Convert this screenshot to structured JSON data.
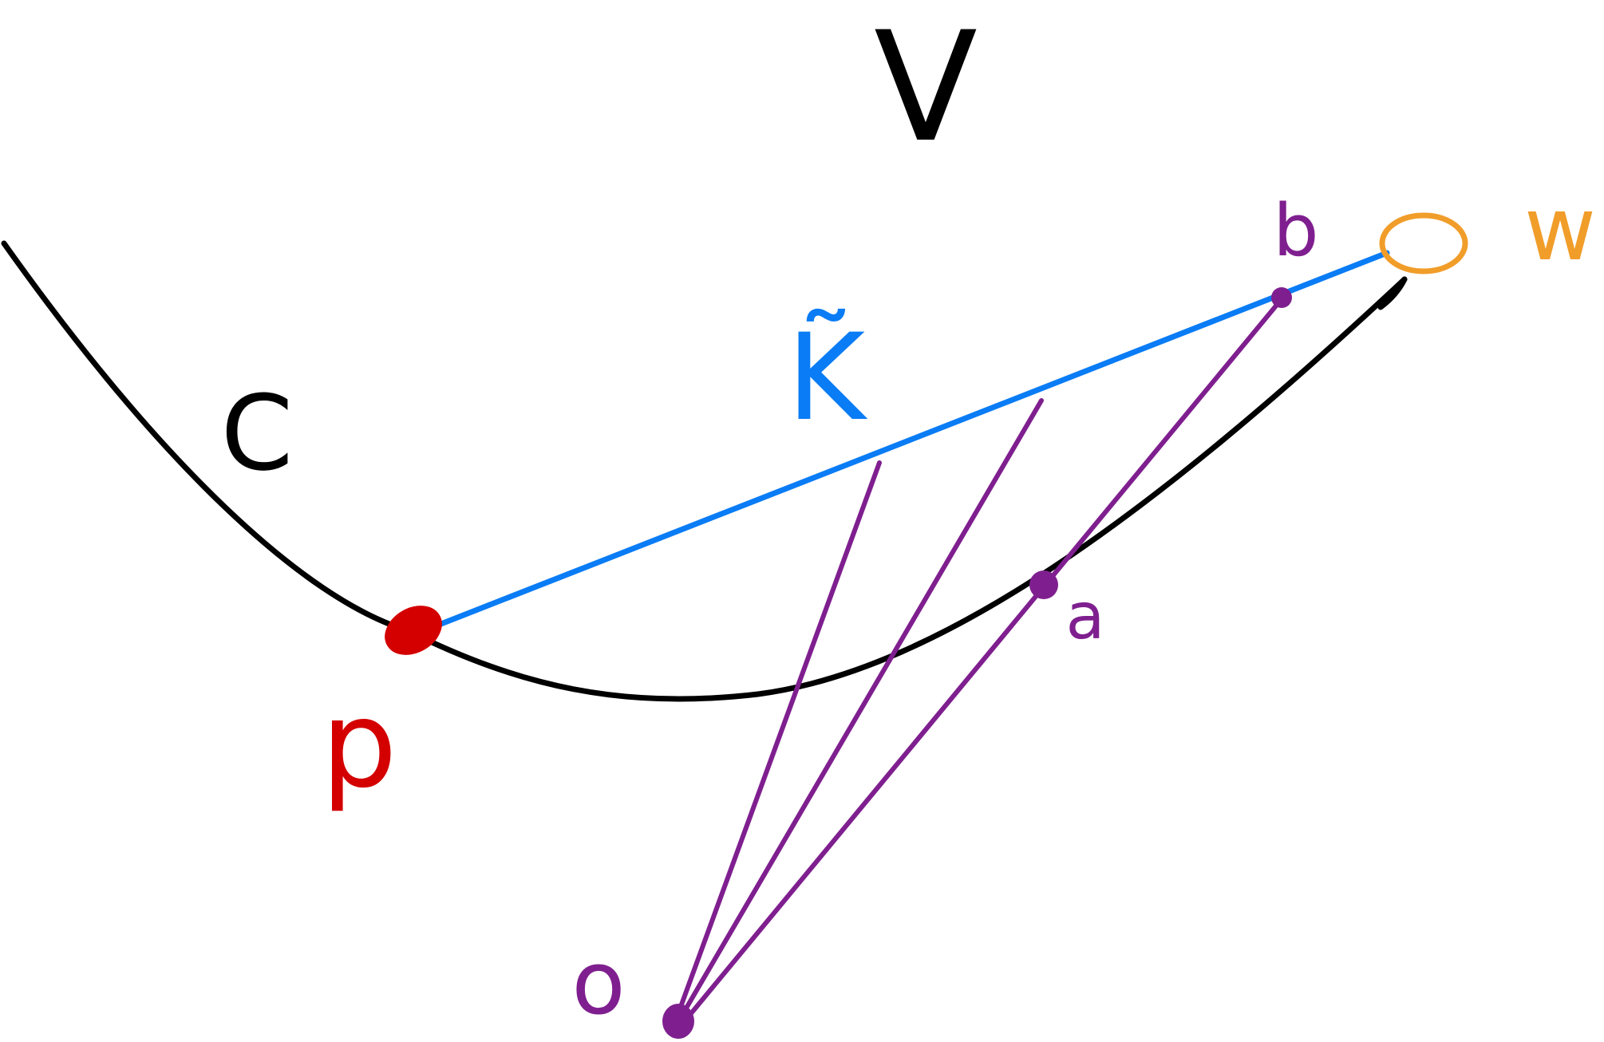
{
  "diagram": {
    "background": "#ffffff",
    "colors": {
      "curve": "#000000",
      "segment_pw": "#0a7cf5",
      "purple": "#7f1f8f",
      "red": "#d40000",
      "orange": "#f19d2a"
    },
    "labels": {
      "V": "V",
      "C": "C",
      "K_tilde": "K̃",
      "p": "p",
      "a": "a",
      "b": "b",
      "w": "w",
      "o": "o"
    }
  }
}
